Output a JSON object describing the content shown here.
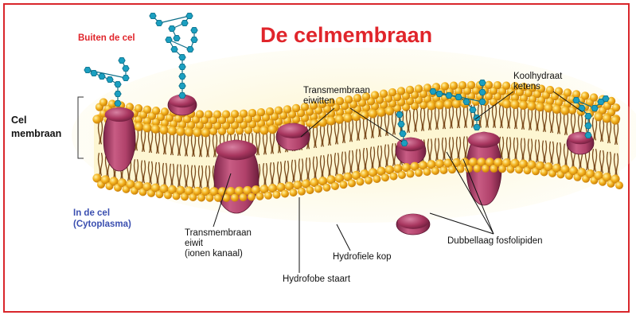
{
  "title": "De celmembraan",
  "labels": {
    "outside": "Buiten de cel",
    "inside_line1": "In de cel",
    "inside_line2": "(Cytoplasma)",
    "membrane_line1": "Cel",
    "membrane_line2": "membraan",
    "transmembrane_proteins_line1": "Transmembraan",
    "transmembrane_proteins_line2": "eiwitten",
    "carbohydrate_chains_line1": "Koolhydraat",
    "carbohydrate_chains_line2": "ketens",
    "channel_protein_line1": "Transmembraan",
    "channel_protein_line2": "eiwit",
    "channel_protein_line3": "(ionen kanaal)",
    "hydrophilic_head": "Hydrofiele kop",
    "hydrophobic_tail": "Hydrofobe staart",
    "phospholipid_bilayer": "Dubbellaag fosfolipiden"
  },
  "colors": {
    "frame": "#d9262b",
    "title": "#e0252b",
    "inside_label": "#3b4fb0",
    "lipid_head": "#f2b01c",
    "protein": "#b5476e",
    "carbohydrate": "#1b9fc0",
    "membrane_core": "#fdf6d2"
  }
}
